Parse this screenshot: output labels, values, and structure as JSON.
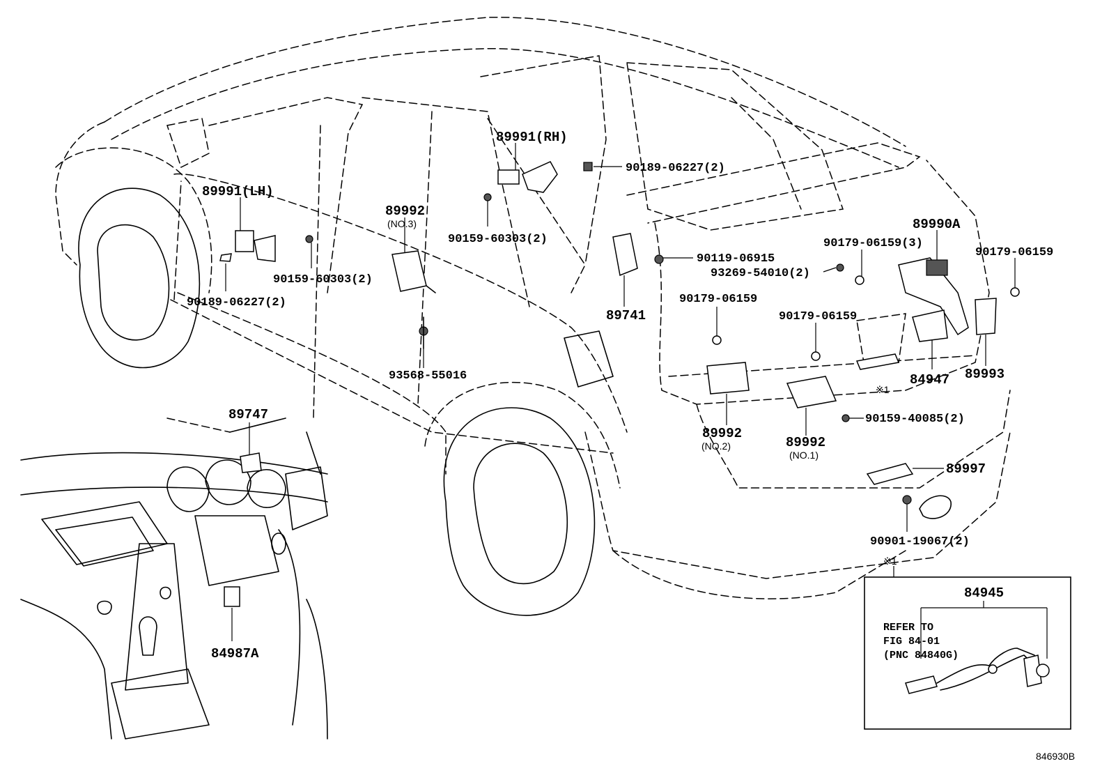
{
  "labels": {
    "p89991_rh": "89991(RH)",
    "p90189_rh": "90189-06227(2)",
    "p89991_lh": "89991(LH)",
    "p89992_no3": "89992",
    "no3": "(NO.3)",
    "p90159_top": "90159-60303(2)",
    "p90159_left": "90159-60303(2)",
    "p90189_lh": "90189-06227(2)",
    "p90119": "90119-06915",
    "p93269": "93269-54010(2)",
    "p90179_3": "90179-06159(3)",
    "p89990a": "89990A",
    "p90179_right": "90179-06159",
    "p89741": "89741",
    "p90179_mid": "90179-06159",
    "p90179_low": "90179-06159",
    "p93568": "93568-55016",
    "p84947": "84947",
    "p89993": "89993",
    "note1": "※1",
    "p89992_no2": "89992",
    "no2": "(NO.2)",
    "p89992_no1": "89992",
    "no1": "(NO.1)",
    "p90159_40085": "90159-40085(2)",
    "p89997": "89997",
    "p90901": "90901-19067(2)",
    "p89747": "89747",
    "p84987a": "84987A"
  },
  "inset": {
    "note": "※1",
    "part": "84945",
    "refer_line1": "REFER TO",
    "refer_line2": "FIG 84-01",
    "refer_line3": "(PNC 84840G)"
  },
  "figure_code": "846930B"
}
